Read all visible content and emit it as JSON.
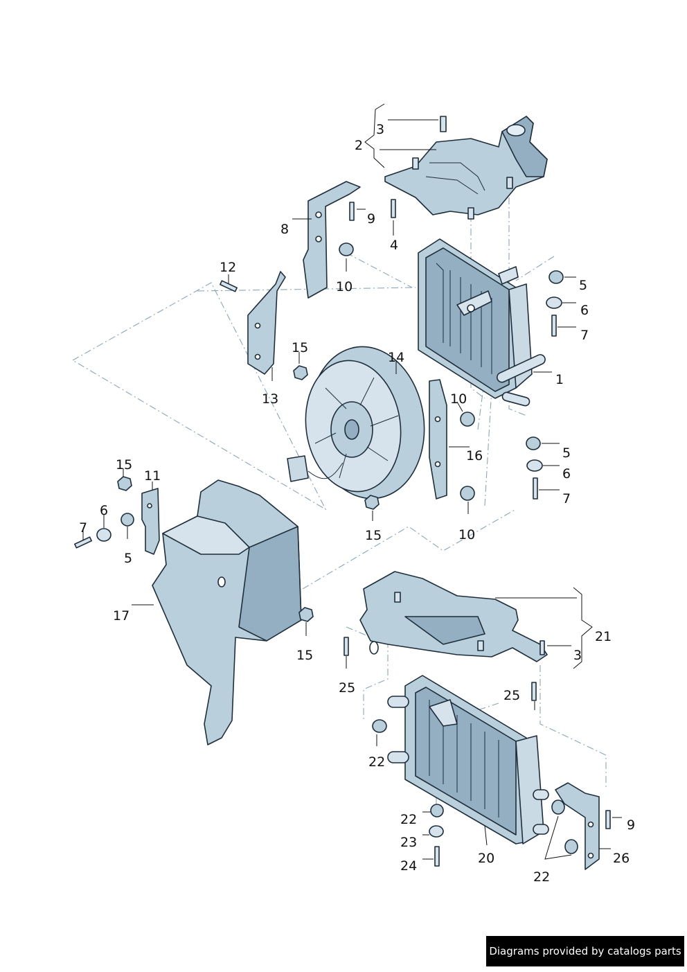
{
  "footer": {
    "text": "Diagrams provided by catalogs parts"
  },
  "colors": {
    "part_fill": "#b9cfdc",
    "part_shade": "#93afc1",
    "outline": "#1d2d3a",
    "dash": "#8aa6b8"
  },
  "callouts": {
    "c3a": "3",
    "c2": "2",
    "c9a": "9",
    "c4": "4",
    "c8": "8",
    "c10a": "10",
    "c12": "12",
    "c5a": "5",
    "c6a": "6",
    "c7a": "7",
    "c1": "1",
    "c15a": "15",
    "c14": "14",
    "c13": "13",
    "c10b": "10",
    "c16": "16",
    "c5b": "5",
    "c6b": "6",
    "c7b": "7",
    "c15b": "15",
    "c11": "11",
    "c6c": "6",
    "c7c": "7",
    "c5c": "5",
    "c15c": "15",
    "c10c": "10",
    "c17": "17",
    "c15d": "15",
    "c21": "21",
    "c3b": "3",
    "c25a": "25",
    "c25b": "25",
    "c22a": "22",
    "c22b": "22",
    "c9b": "9",
    "c23": "23",
    "c20": "20",
    "c26": "26",
    "c24": "24",
    "c22c": "22"
  }
}
